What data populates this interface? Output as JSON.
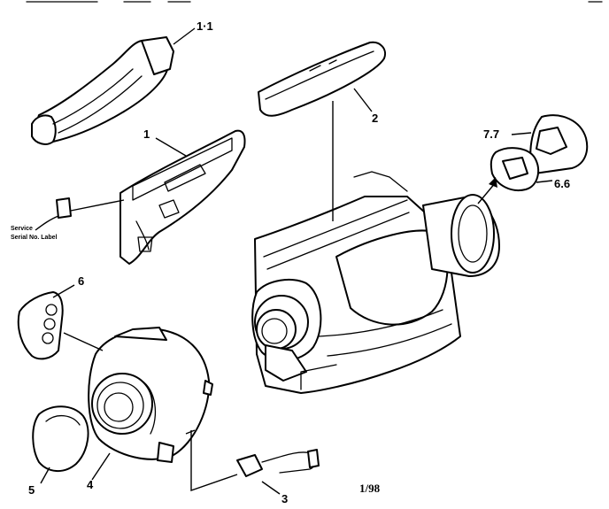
{
  "callouts": {
    "lens_hood_strap": "1·1",
    "left_panel": "1",
    "top_cover": "2",
    "eyecup_outer": "7.7",
    "eyecup_inner": "6.6",
    "side_grip": "6",
    "lens_cap": "5",
    "front_cover": "4",
    "connector": "3",
    "service_label_line1": "Service",
    "service_label_line2": "Serial No. Label",
    "date_code": "1/98"
  }
}
